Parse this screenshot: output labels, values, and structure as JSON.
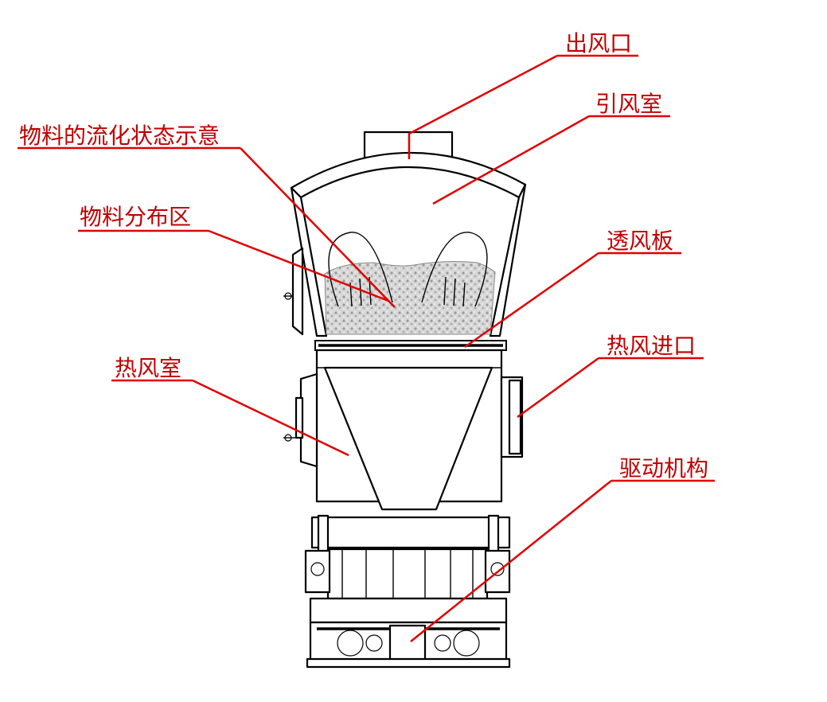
{
  "labels": {
    "outlet": "出风口",
    "suction_chamber": "引风室",
    "fluidization": "物料的流化状态示意",
    "distribution": "物料分布区",
    "air_plate": "透风板",
    "hot_air_inlet": "热风进口",
    "hot_air_chamber": "热风室",
    "drive": "驱动机构"
  },
  "colors": {
    "label": "#c00000",
    "leader": "#e00000",
    "outline": "#000000",
    "material": "#cfcfcf"
  }
}
